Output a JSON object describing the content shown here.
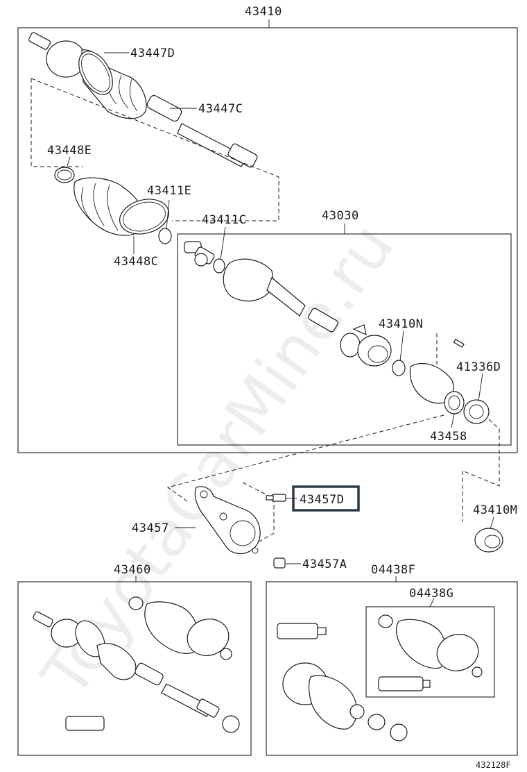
{
  "watermark": "ToyotaCarMine.ru",
  "diagram_code": "432128F",
  "highlighted_part": "43457D",
  "labels": {
    "p43410": "43410",
    "p43447D": "43447D",
    "p43447C": "43447C",
    "p43448E": "43448E",
    "p43411E": "43411E",
    "p43448C": "43448C",
    "p43411C": "43411C",
    "p43030": "43030",
    "p43410N": "43410N",
    "p41336D": "41336D",
    "p43458": "43458",
    "p43457D": "43457D",
    "p43457": "43457",
    "p43410M": "43410M",
    "p43457A": "43457A",
    "p43460": "43460",
    "p04438F": "04438F",
    "p04438G": "04438G"
  },
  "colors": {
    "line": "#1a1a1a",
    "highlight_border": "#2b3a47"
  }
}
